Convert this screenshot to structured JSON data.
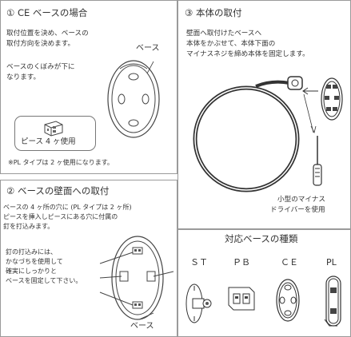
{
  "section1": {
    "title": "① CE ベースの場合",
    "line1": "取付位置を決め、ベースの",
    "line2": "取付方向を決めます。",
    "base_label": "ベース",
    "hollow1": "ベースのくぼみが下に",
    "hollow2": "なります。",
    "piece_label": "ピース 4 ヶ使用",
    "note": "※PL タイプは 2 ヶ使用になります。"
  },
  "section2": {
    "title": "② ベースの壁面への取付",
    "line1": "ベースの 4 ヶ所の穴に (PL タイプは 2 ヶ所)",
    "line2": "ピースを挿入しピースにある穴に付属の",
    "line3": "釘を打込みます。",
    "nail1": "釘の打込みには、",
    "nail2": "かなづちを使用して",
    "nail3": "確実にしっかりと",
    "nail4": "ベースを固定して下さい。",
    "base_label": "ベース"
  },
  "section3": {
    "title": "③ 本体の取付",
    "line1": "壁面へ取付けたベースへ",
    "line2": "本体をかぶせて、本体下面の",
    "line3": "マイナスネジを締め本体を固定します。",
    "driver1": "小型のマイナス",
    "driver2": "ドライバーを使用"
  },
  "section4": {
    "title": "対応ベースの種類",
    "types": [
      "ＳＴ",
      "ＰＢ",
      "ＣＥ",
      "PL"
    ]
  }
}
